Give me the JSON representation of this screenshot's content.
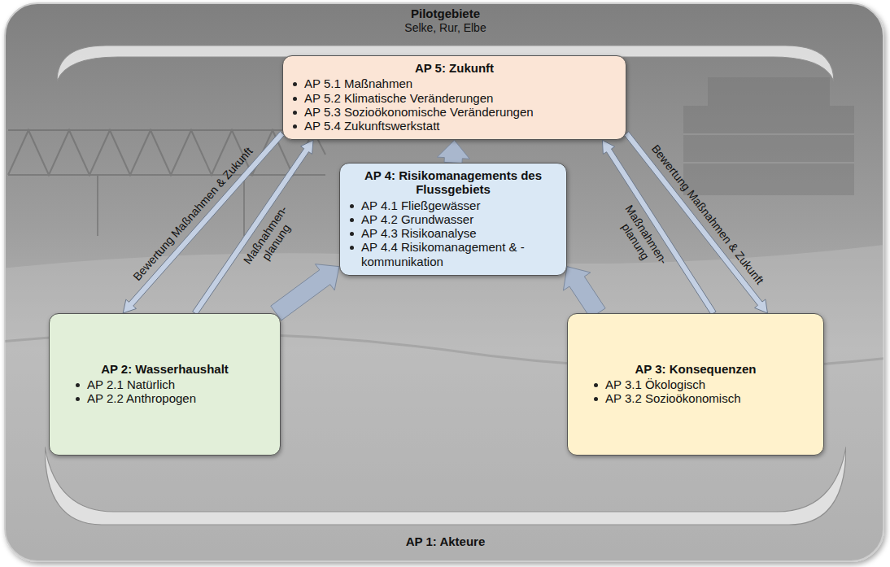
{
  "diagram": {
    "nodes": [
      {
        "text": [
          "Pilotgebiete",
          "Selke, Rur, Elbe"
        ]
      },
      {
        "text": [
          "AP 5: Zukunft",
          "AP 5.1 Maßnahmen",
          "AP 5.2 Klimatische Veränderungen",
          "AP 5.3 Sozioökonomische Veränderungen",
          "AP 5.4 Zukunftswerkstatt"
        ]
      },
      {
        "text": [
          "AP 4: Risikomanagements des Flussgebiets",
          "AP 4.1 Fließgewässer",
          "AP 4.2 Grundwasser",
          "AP 4.3 Risikoanalyse",
          "AP 4.4 Risikomanagement & -kommunikation"
        ]
      },
      {
        "text": [
          "AP 2: Wasserhaushalt",
          "AP 2.1 Natürlich",
          "AP 2.2 Anthropogen"
        ]
      },
      {
        "text": [
          "AP 3: Konsequenzen",
          "AP 3.1 Ökologisch",
          "AP 3.2 Sozioökonomisch"
        ]
      },
      {
        "text": [
          "AP 1: Akteure"
        ]
      }
    ],
    "edges": [
      {
        "from": 1,
        "to": 3,
        "arrow": "to",
        "label": "Bewertung Maßnahmen & Zukunft"
      },
      {
        "from": 3,
        "to": 1,
        "arrow": "to",
        "label": "Maßnahmen- planung"
      },
      {
        "from": 1,
        "to": 4,
        "arrow": "to",
        "label": "Bewertung Maßnahmen & Zukunft"
      },
      {
        "from": 4,
        "to": 1,
        "arrow": "to",
        "label": "Maßnahmen- planung"
      },
      {
        "from": 2,
        "to": 1,
        "arrow": "to"
      },
      {
        "from": 3,
        "to": 2,
        "arrow": "to"
      },
      {
        "from": 4,
        "to": 2,
        "arrow": "to"
      }
    ]
  }
}
